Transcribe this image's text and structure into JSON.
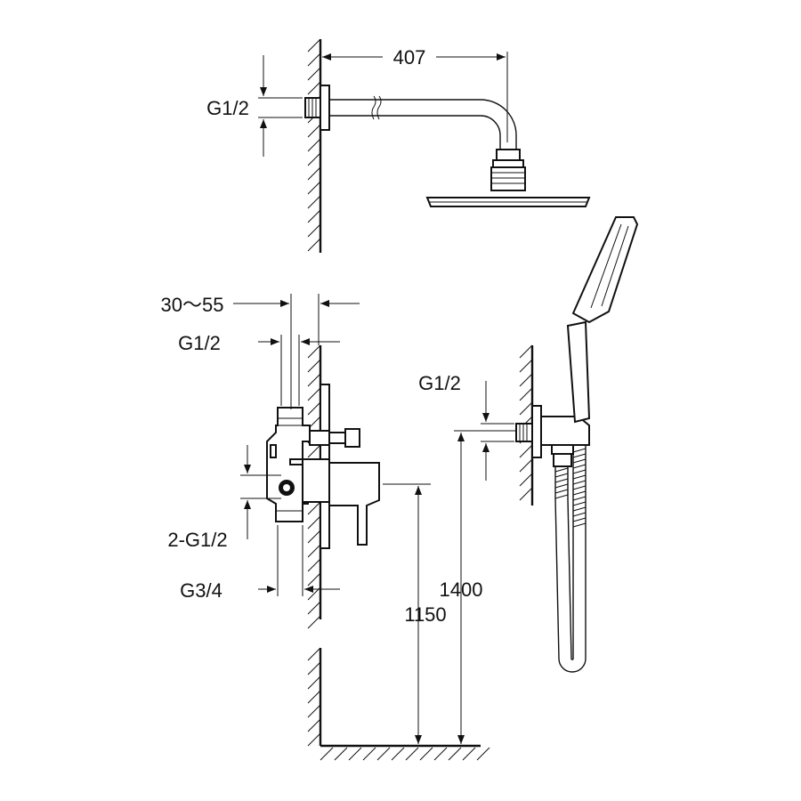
{
  "dimensions": {
    "arm_length": "407",
    "arm_thread": "G1/2",
    "wall_depth": "30～55",
    "valve_thread_top": "G1/2",
    "valve_threads_side": "2-G1/2",
    "valve_thread_bottom": "G3/4",
    "valve_height": "1150",
    "holder_height": "1400",
    "holder_thread": "G1/2"
  }
}
